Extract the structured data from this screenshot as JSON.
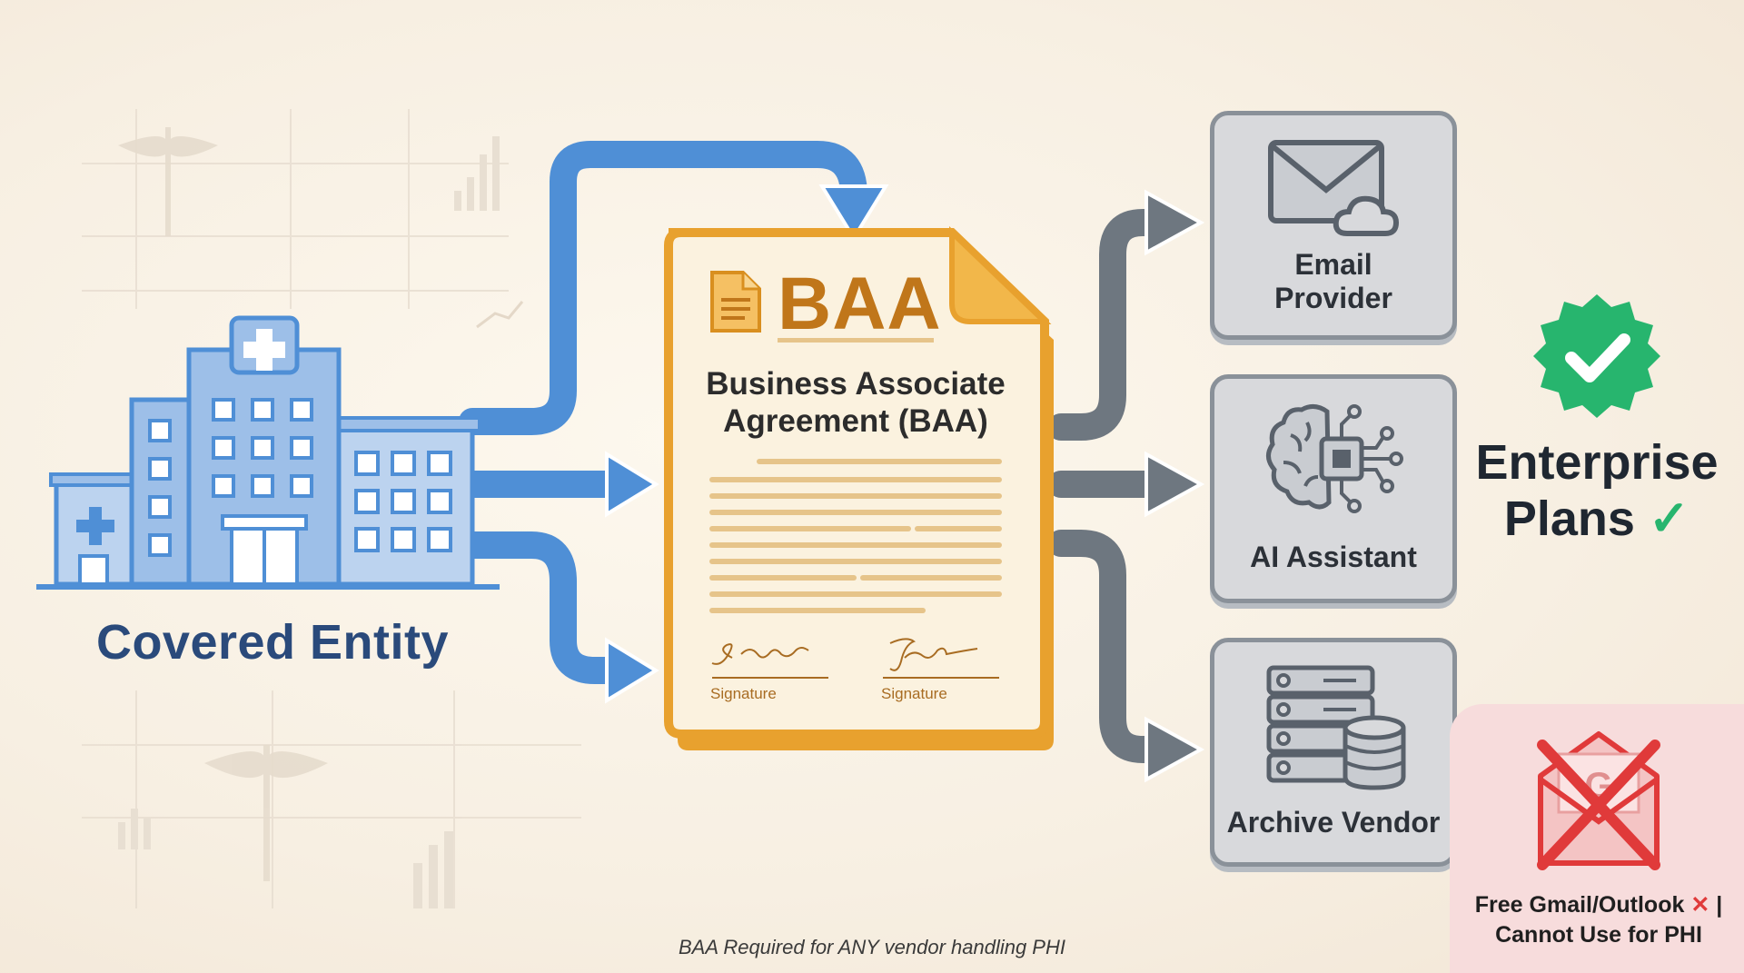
{
  "covered_entity": {
    "label": "Covered Entity"
  },
  "document": {
    "badge": "BAA",
    "subtitle_line1": "Business Associate",
    "subtitle_line2": "Agreement (BAA)",
    "signature_left": "Signature",
    "signature_right": "Signature"
  },
  "vendors": [
    {
      "line1": "Email",
      "line2": "Provider",
      "icon": "email-cloud-icon"
    },
    {
      "line1": "AI Assistant",
      "icon": "brain-chip-icon"
    },
    {
      "line1": "Archive Vendor",
      "icon": "server-database-icon"
    }
  ],
  "enterprise": {
    "line1": "Enterprise",
    "line2": "Plans",
    "check": "✓",
    "badge_icon": "verified-check-badge-icon"
  },
  "warning": {
    "line1": "Free Gmail/Outlook",
    "x_mark": "✕",
    "separator": "|",
    "line2": "Cannot Use for PHI",
    "icon": "gmail-crossed-out-icon"
  },
  "footnote": "BAA Required for ANY vendor handling PHI",
  "colors": {
    "blue_arrow": "#4f8fd6",
    "grey_arrow": "#6e7780",
    "document_border": "#e8a12e",
    "baa_text": "#c0761a",
    "enterprise_green": "#27b56e",
    "warning_red": "#e03a3a"
  }
}
